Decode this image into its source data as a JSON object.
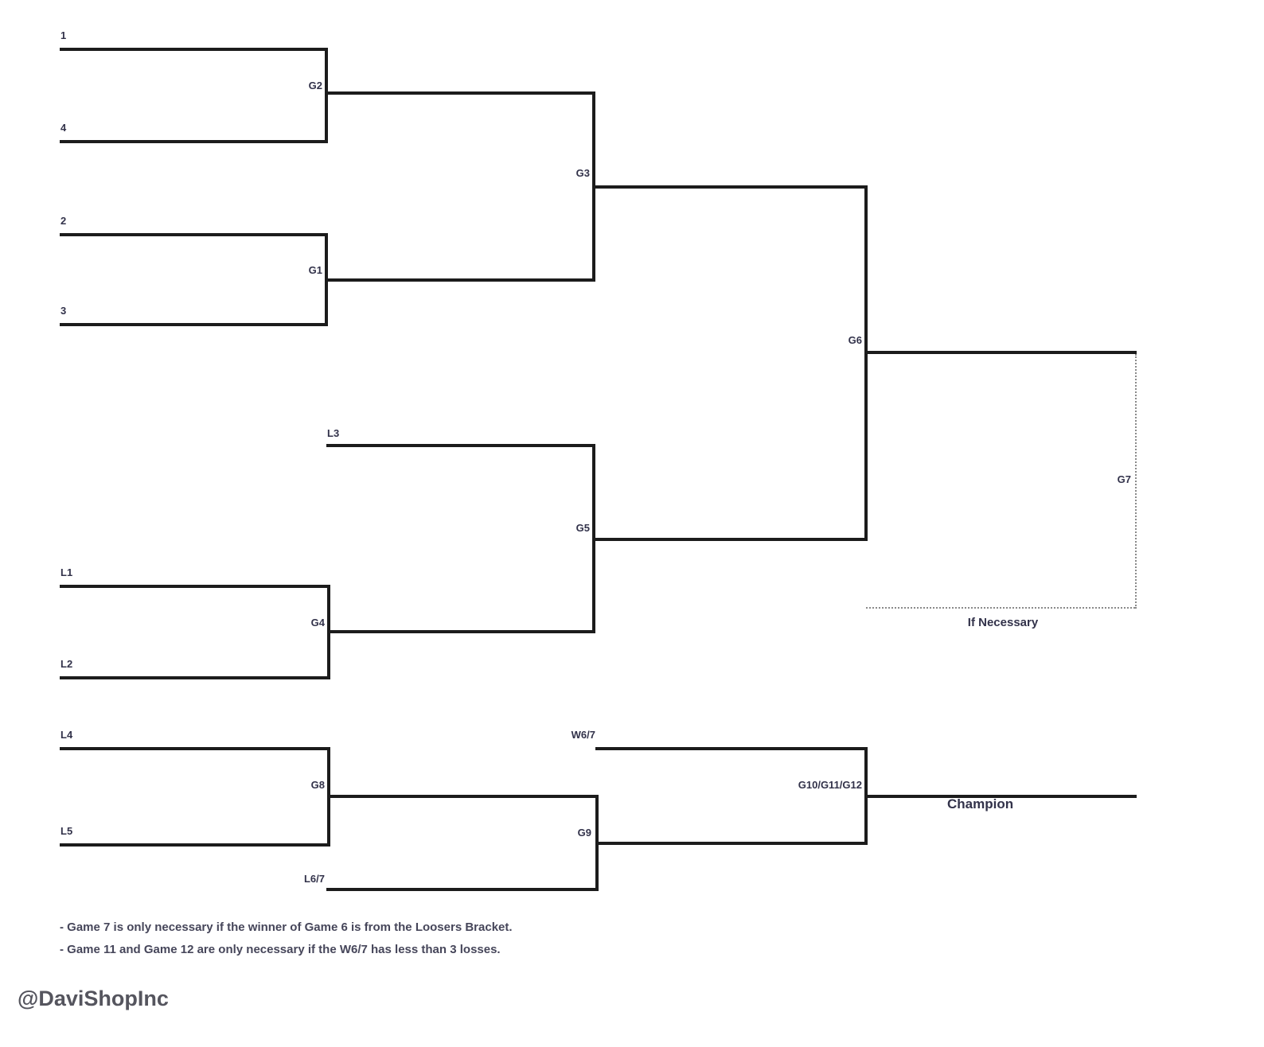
{
  "bracket": {
    "winners": {
      "seed1": "1",
      "seed4": "4",
      "seed2": "2",
      "seed3": "3",
      "g1": "G1",
      "g2": "G2",
      "g3": "G3"
    },
    "losers": {
      "l1": "L1",
      "l2": "L2",
      "l3": "L3",
      "g4": "G4",
      "g5": "G5"
    },
    "finals": {
      "g6": "G6",
      "g7": "G7",
      "if_necessary": "If Necessary"
    },
    "bottom": {
      "l4": "L4",
      "l5": "L5",
      "g8": "G8",
      "l67": "L6/7",
      "g9": "G9",
      "w67": "W6/7",
      "g10": "G10/G11/G12",
      "champion": "Champion"
    },
    "notes": [
      "- Game 7 is only necessary if the winner of Game 6 is from the Loosers Bracket.",
      "- Game 11 and Game 12 are only necessary if the W6/7 has less than 3 losses."
    ],
    "watermark": "@DaviShopInc",
    "colors": {
      "background": "#ffffff",
      "line": "#1c1c1c",
      "dotted_line": "#8a8a8a",
      "label": "#32324a",
      "note": "#46465a",
      "watermark": "#55555e"
    }
  }
}
